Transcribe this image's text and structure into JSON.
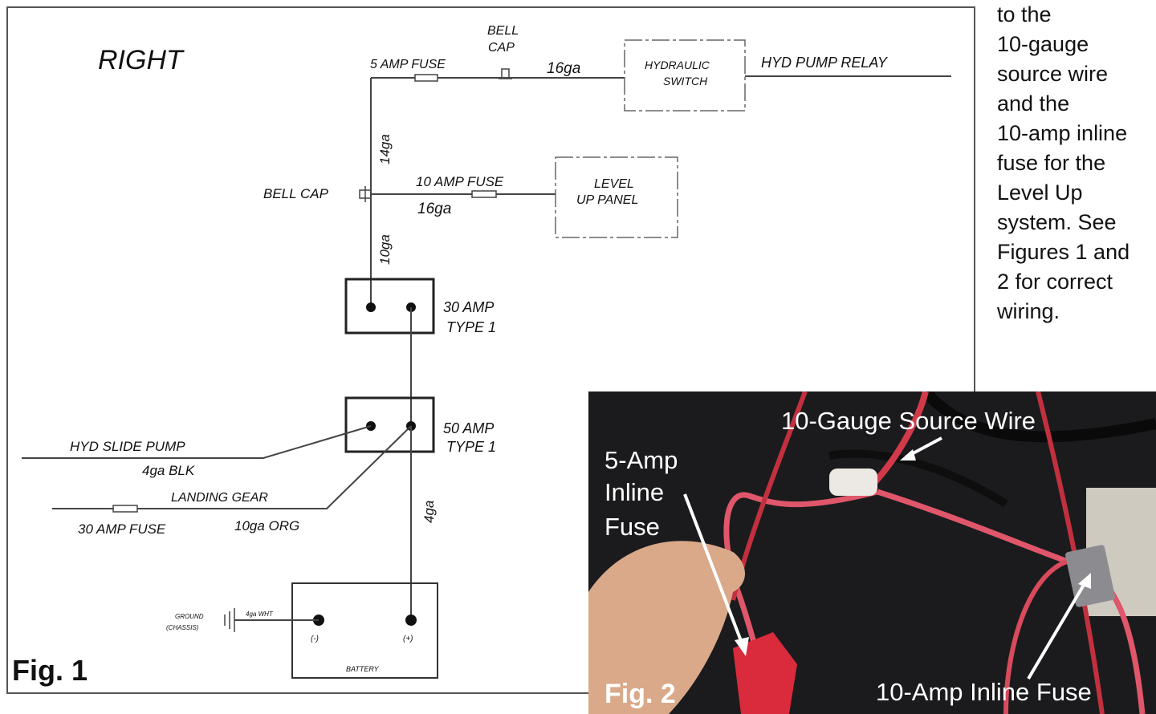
{
  "diagram": {
    "side_title": "RIGHT",
    "labels": {
      "bell_cap_top": [
        "BELL",
        "CAP"
      ],
      "fuse_5amp": "5 AMP FUSE",
      "wire_16ga_top": "16ga",
      "hydraulic_switch": [
        "HYDRAULIC",
        "SWITCH"
      ],
      "hyd_pump_relay": "HYD PUMP RELAY",
      "wire_14ga": "14ga",
      "bell_cap_left": "BELL CAP",
      "fuse_10amp": "10 AMP FUSE",
      "wire_16ga_mid": "16ga",
      "level_up_panel": [
        "LEVEL",
        "UP PANEL"
      ],
      "wire_10ga": "10ga",
      "breaker_30amp": [
        "30 AMP",
        "TYPE 1"
      ],
      "breaker_50amp": [
        "50 AMP",
        "TYPE 1"
      ],
      "hyd_slide_pump": "HYD SLIDE PUMP",
      "wire_4ga_blk": "4ga BLK",
      "landing_gear": "LANDING GEAR",
      "fuse_30amp": "30 AMP FUSE",
      "wire_10ga_org": "10ga ORG",
      "wire_4ga": "4ga",
      "ground_chassis": [
        "GROUND",
        "(CHASSIS)"
      ],
      "wire_4ga_wht": "4ga WHT",
      "battery_neg": "(-)",
      "battery_pos": "(+)",
      "battery": "BATTERY"
    },
    "fig_label": "Fig. 1"
  },
  "side_text": [
    "to the",
    "10-gauge",
    "source wire",
    "and the",
    "10-amp inline",
    "fuse for the",
    "Level Up",
    "system. See",
    "Figures 1 and",
    "2 for correct",
    "wiring."
  ],
  "photo": {
    "fig_label": "Fig. 2",
    "callouts": {
      "source_wire": "10-Gauge Source Wire",
      "inline_5amp": [
        "5-Amp",
        "Inline",
        "Fuse"
      ],
      "inline_10amp": "10-Amp Inline Fuse"
    }
  },
  "colors": {
    "line": "#333333",
    "wire_red": "#c8283a",
    "wire_pink": "#e8707e",
    "photo_bg": "#1c1c1e"
  }
}
